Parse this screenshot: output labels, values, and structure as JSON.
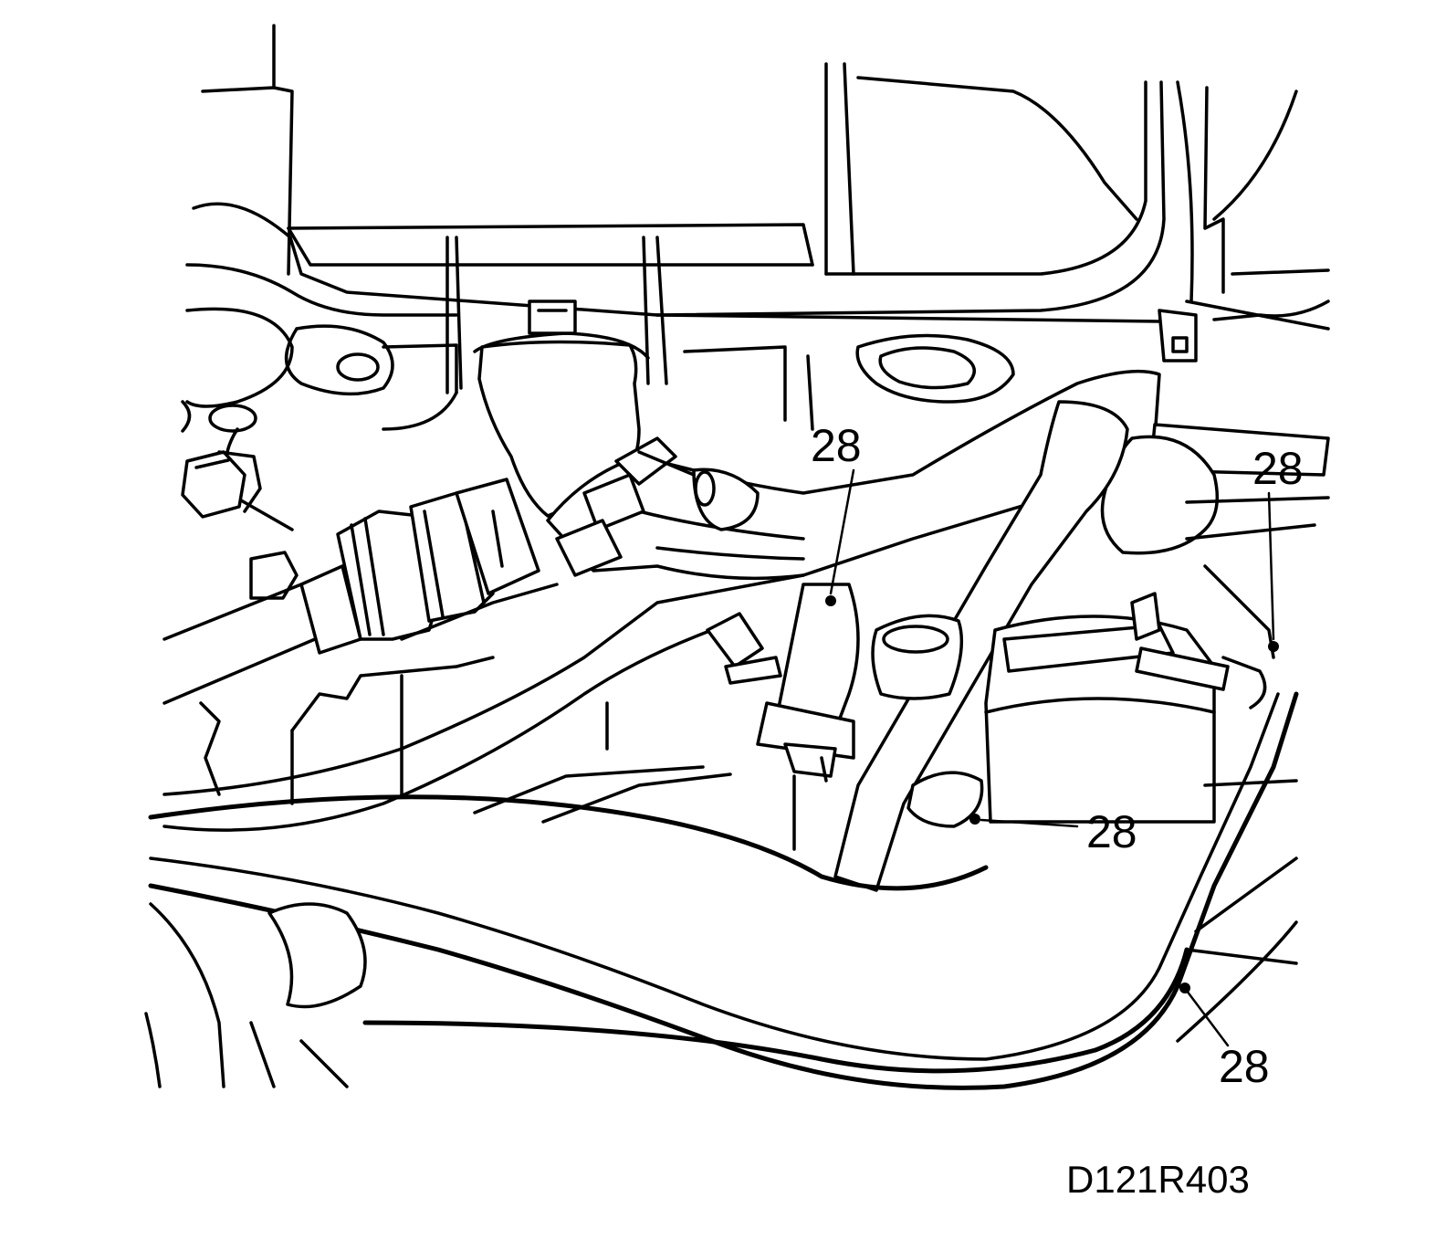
{
  "figure_id": "D121R403",
  "callouts": [
    {
      "label": "28"
    },
    {
      "label": "28"
    },
    {
      "label": "28"
    },
    {
      "label": "28"
    }
  ]
}
